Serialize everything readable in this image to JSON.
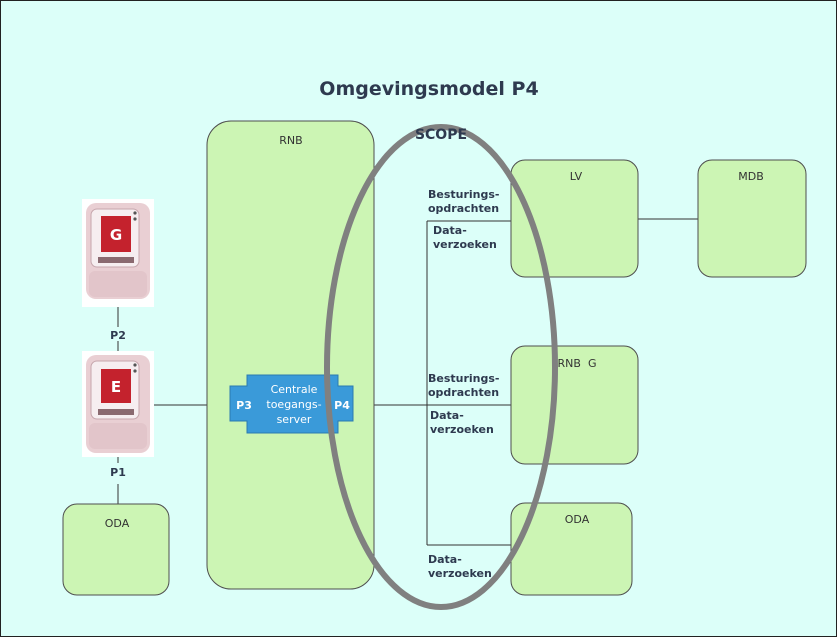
{
  "title": "Omgevingsmodel P4",
  "scope_label": "SCOPE",
  "boxes": {
    "rnb": "RNB",
    "lv": "LV",
    "mdb": "MDB",
    "rnb_g": "RNB  G",
    "oda_right": "ODA",
    "oda_left": "ODA"
  },
  "meters": {
    "gas": "G",
    "electricity": "E"
  },
  "ports": {
    "p1": "P1",
    "p2": "P2",
    "p3": "P3",
    "p4": "P4"
  },
  "server": {
    "line1": "Centrale",
    "line2": "toegangs-",
    "line3": "server"
  },
  "labels": {
    "lv_besturing_1": "Besturings-",
    "lv_besturing_2": "opdrachten",
    "lv_data_1": "Data-",
    "lv_data_2": "verzoeken",
    "g_besturing_1": "Besturings-",
    "g_besturing_2": "opdrachten",
    "g_data_1": "Data-",
    "g_data_2": "verzoeken",
    "oda_data_1": "Data-",
    "oda_data_2": "verzoeken"
  },
  "colors": {
    "background": "#dcfff9",
    "box_fill": "#ccf5b4",
    "box_stroke": "#4e4e4e",
    "scope_ellipse": "#808080",
    "server_fill": "#3a9ad9",
    "text_dark": "#2e3a4f"
  }
}
